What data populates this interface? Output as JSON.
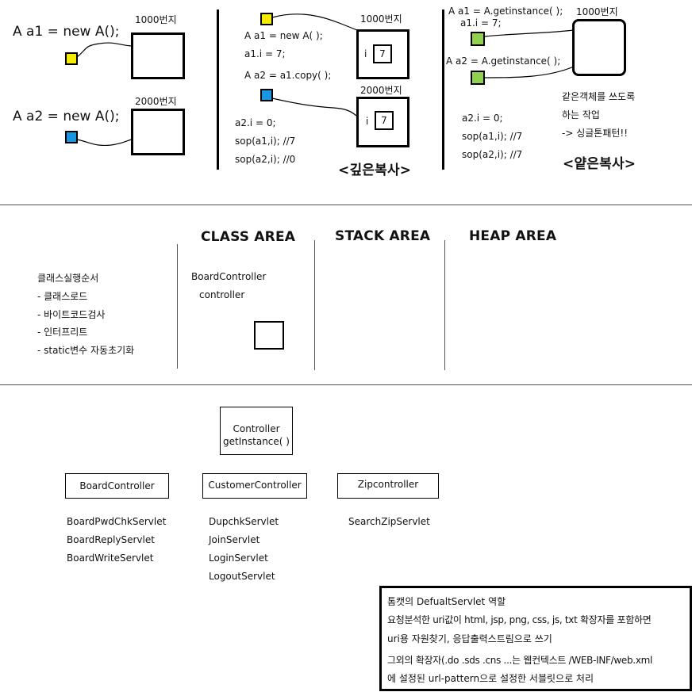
{
  "panel1": {
    "a1_decl": "A a1 = new A();",
    "a2_decl": "A a2 = new A();",
    "addr1000": "1000번지",
    "addr2000": "2000번지"
  },
  "panel2": {
    "line1": "A a1 = new A( );",
    "line2": "a1.i = 7;",
    "line3": "A a2 = a1.copy( );",
    "line4": "a2.i = 0;",
    "line5": "sop(a1,i); //7",
    "line6": "sop(a2,i); //0",
    "addr1000": "1000번지",
    "addr2000": "2000번지",
    "field_i": "i",
    "value7": "7",
    "title": "<깊은복사>"
  },
  "panel3": {
    "line1": "A a1 = A.getinstance( );",
    "line2": "a1.i = 7;",
    "line3": "A a2 = A.getinstance( );",
    "line4": "a2.i = 0;",
    "line5": "sop(a1,i); //7",
    "line6": "sop(a2,i); //7",
    "addr1000": "1000번지",
    "note1": "같은객체를 쓰도록",
    "note2": "하는 작업",
    "note3": "-> 싱글톤패턴!!",
    "title": "<얕은복사>"
  },
  "areas": {
    "class_area": "CLASS AREA",
    "stack_area": "STACK AREA",
    "heap_area": "HEAP AREA",
    "order_title": "클래스실행순서",
    "order_items": [
      "- 클래스로드",
      "- 바이트코드검사",
      "- 인터프리트",
      "- static변수 자동초기화"
    ],
    "class_item1": "BoardController",
    "class_item2": "controller"
  },
  "controllers": {
    "root_line1": "Controller",
    "root_line2": "getInstance( )",
    "board": "BoardController",
    "customer": "CustomerController",
    "zip": "Zipcontroller",
    "board_servlets": [
      "BoardPwdChkServlet",
      "BoardReplyServlet",
      "BoardWriteServlet"
    ],
    "customer_servlets": [
      "DupchkServlet",
      "JoinServlet",
      "LoginServlet",
      "LogoutServlet"
    ],
    "zip_servlets": [
      "SearchZipServlet"
    ]
  },
  "note": {
    "line1_prefix": "톰캣의 ",
    "line1_highlight": "DefualtServlet ",
    "line1_suffix": "역할",
    "line2": "요청분석한 uri값이 html, jsp, png, css, js, txt 확장자를 포함하면",
    "line3": "uri용 자원찾기, 응답출력스트림으로 쓰기",
    "line4": "그외의 확장자(.do .sds .cns ...는 웹컨텍스트 /WEB-INF/web.xml",
    "line5": "에 설정된 url-pattern으로 설정한 서블릿으로 처리",
    "highlight_color": "#f5ec00"
  },
  "colors": {
    "yellow": "#f5ec00",
    "blue": "#1a96e0",
    "green": "#92d050"
  }
}
